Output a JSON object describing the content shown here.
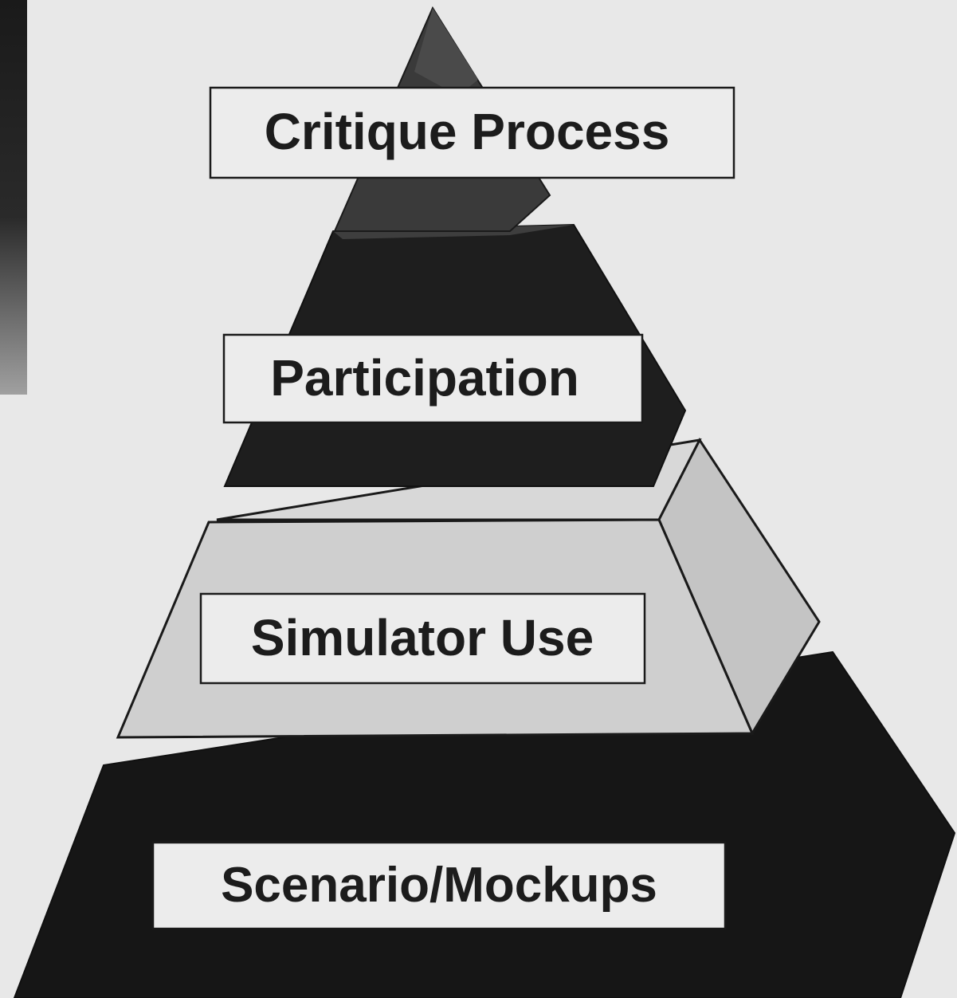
{
  "diagram": {
    "tiers": [
      {
        "label": "Critique Process",
        "fill": "#3a3a3a"
      },
      {
        "label": "Participation",
        "fill": "#1e1e1e"
      },
      {
        "label": "Simulator Use",
        "fill": "#cfcfcf"
      },
      {
        "label": "Scenario/Mockups",
        "fill": "#161616"
      }
    ],
    "colors": {
      "background": "#e8e8e8",
      "left_strip_top": "#1a1a1a",
      "left_strip_bottom": "#9a9a9a",
      "label_box_fill": "#ececec",
      "outline": "#1a1a1a"
    }
  }
}
